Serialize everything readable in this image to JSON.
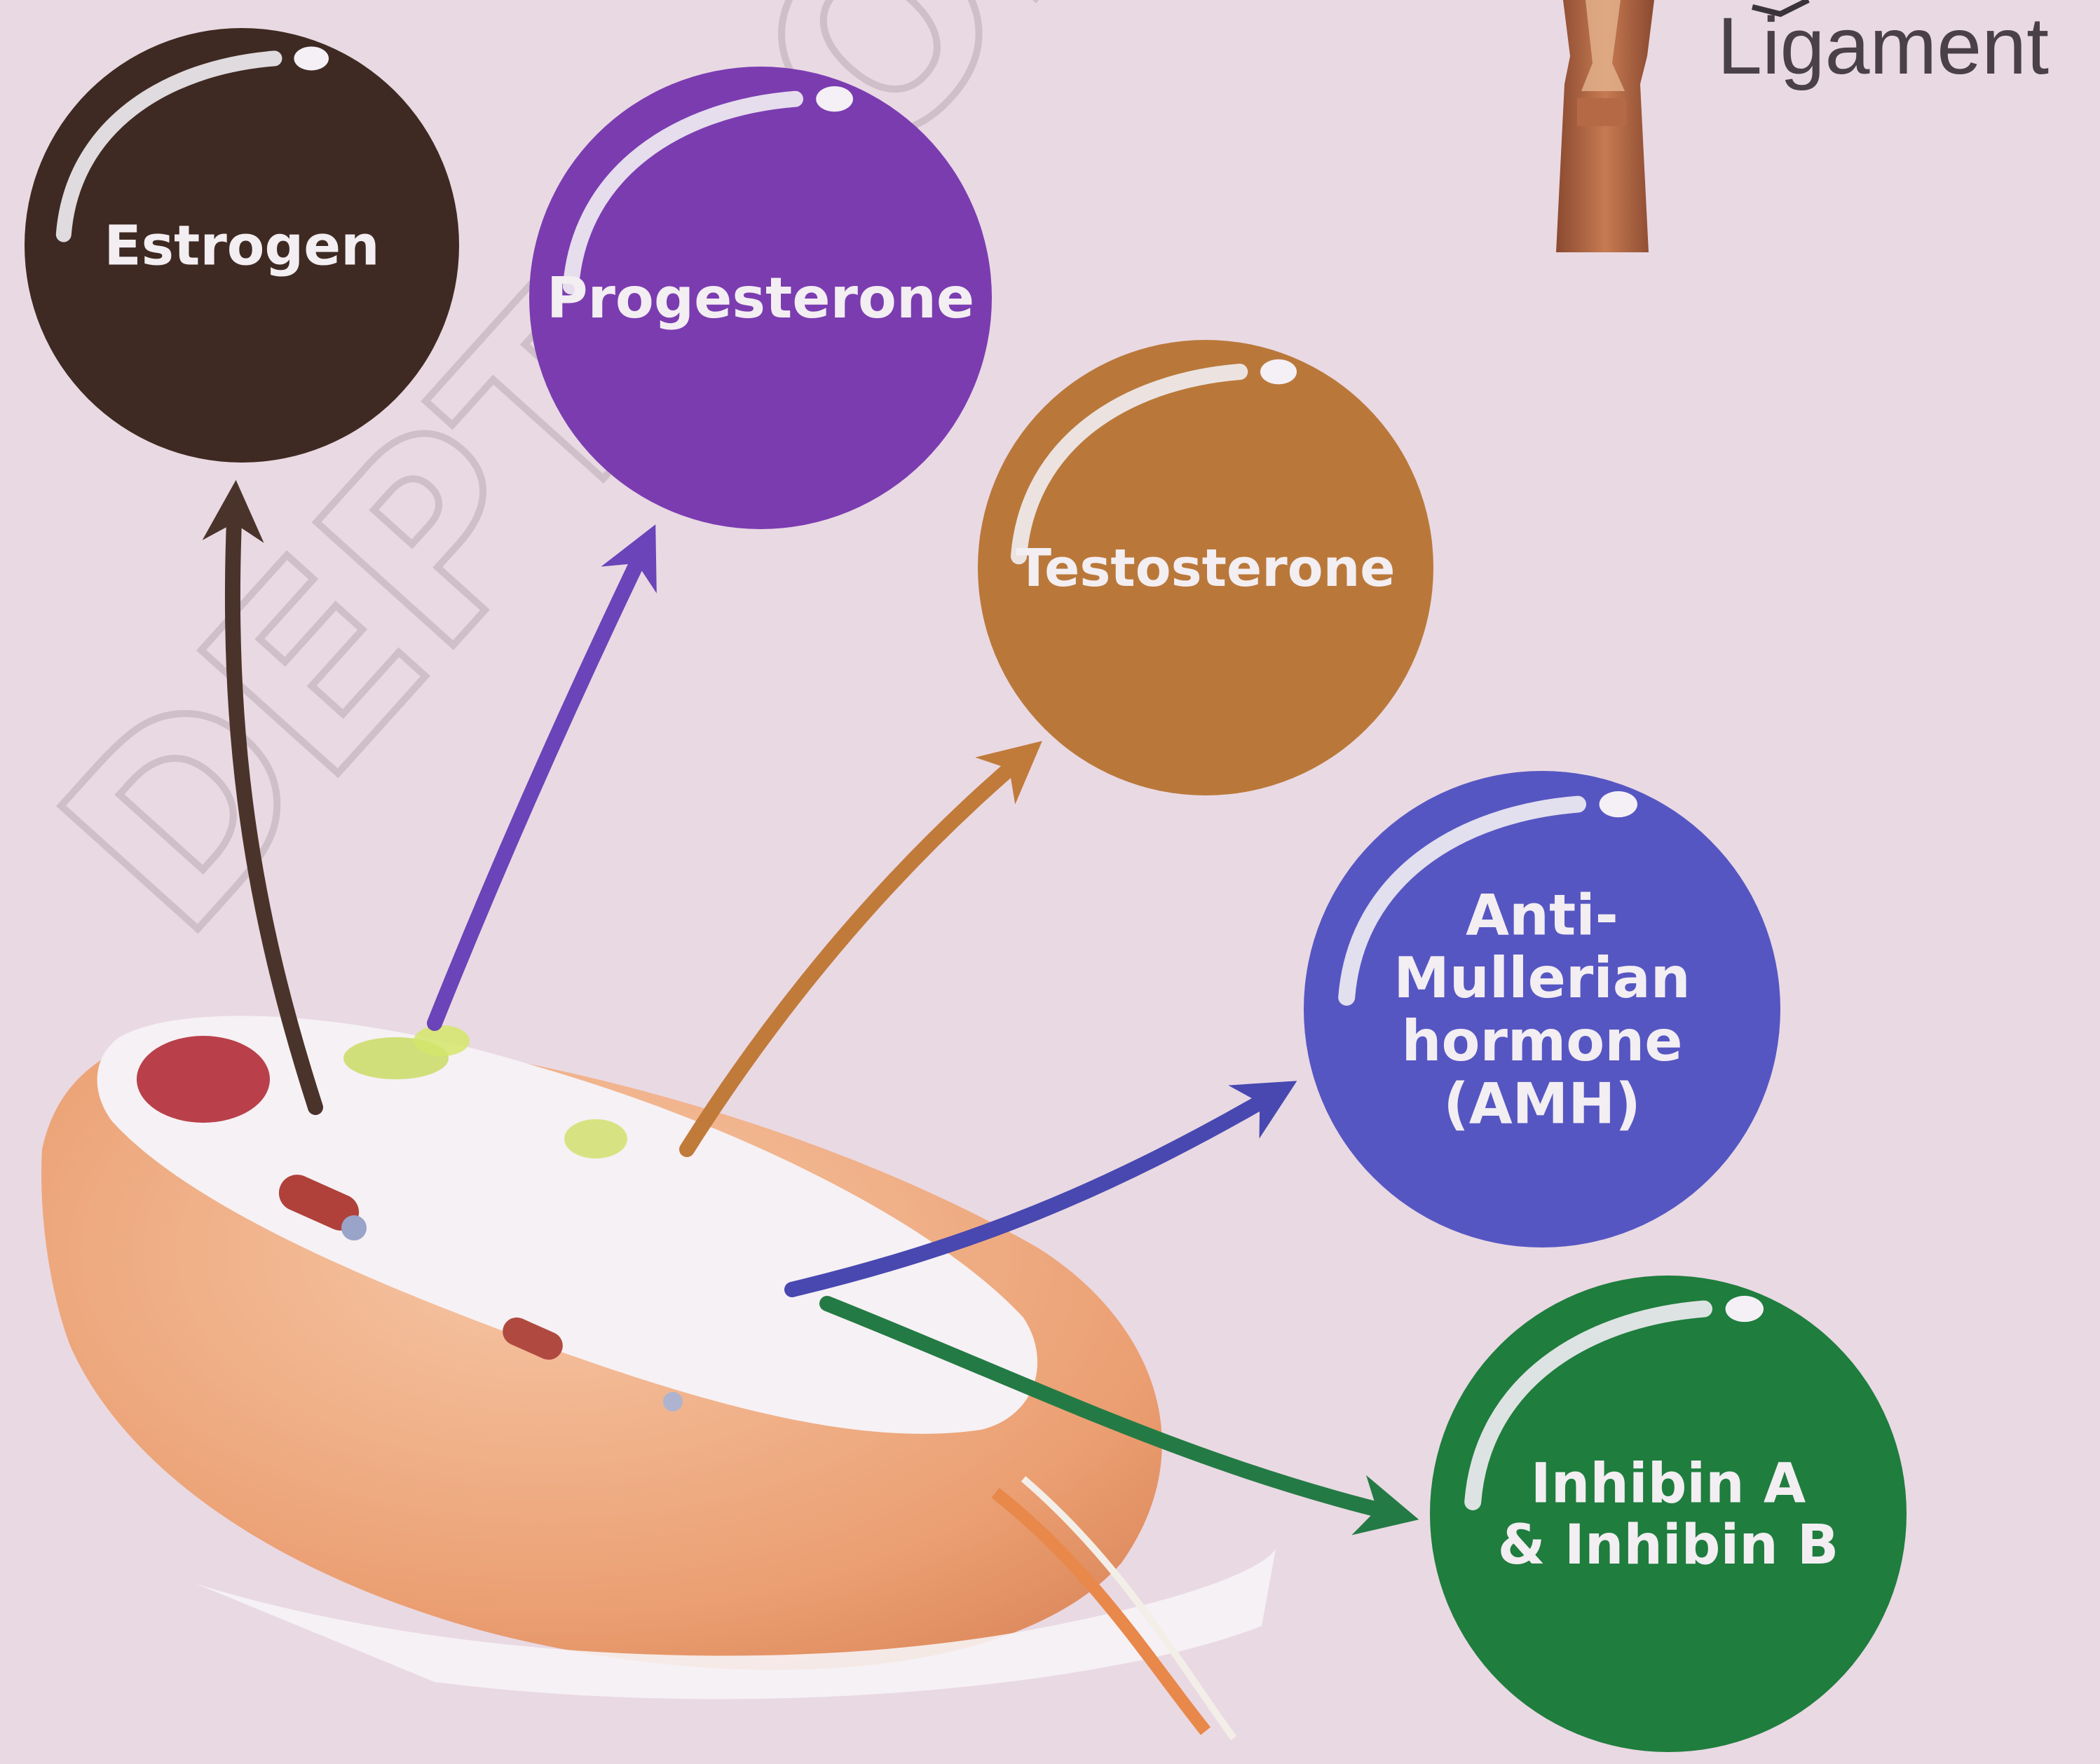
{
  "corner_label": "Ligament",
  "watermark_text": "DEPTH OF BIOLOGY",
  "hormones": [
    {
      "lines": [
        "Estrogen"
      ],
      "color": "#3e2a22"
    },
    {
      "lines": [
        "Progesterone"
      ],
      "color": "#7b3cb0"
    },
    {
      "lines": [
        "Testosterone"
      ],
      "color": "#b9783a"
    },
    {
      "lines": [
        "Anti-",
        "Mullerian",
        "hormone",
        "(AMH)"
      ],
      "color": "#5656c2"
    },
    {
      "lines": [
        "Inhibin A",
        "& Inhibin B"
      ],
      "color": "#1f7d3e"
    }
  ],
  "arrow_colors": [
    "#4a332a",
    "#6a44b8",
    "#c07a3a",
    "#4848b0",
    "#247a44"
  ],
  "background_color": "#e9d9e3"
}
